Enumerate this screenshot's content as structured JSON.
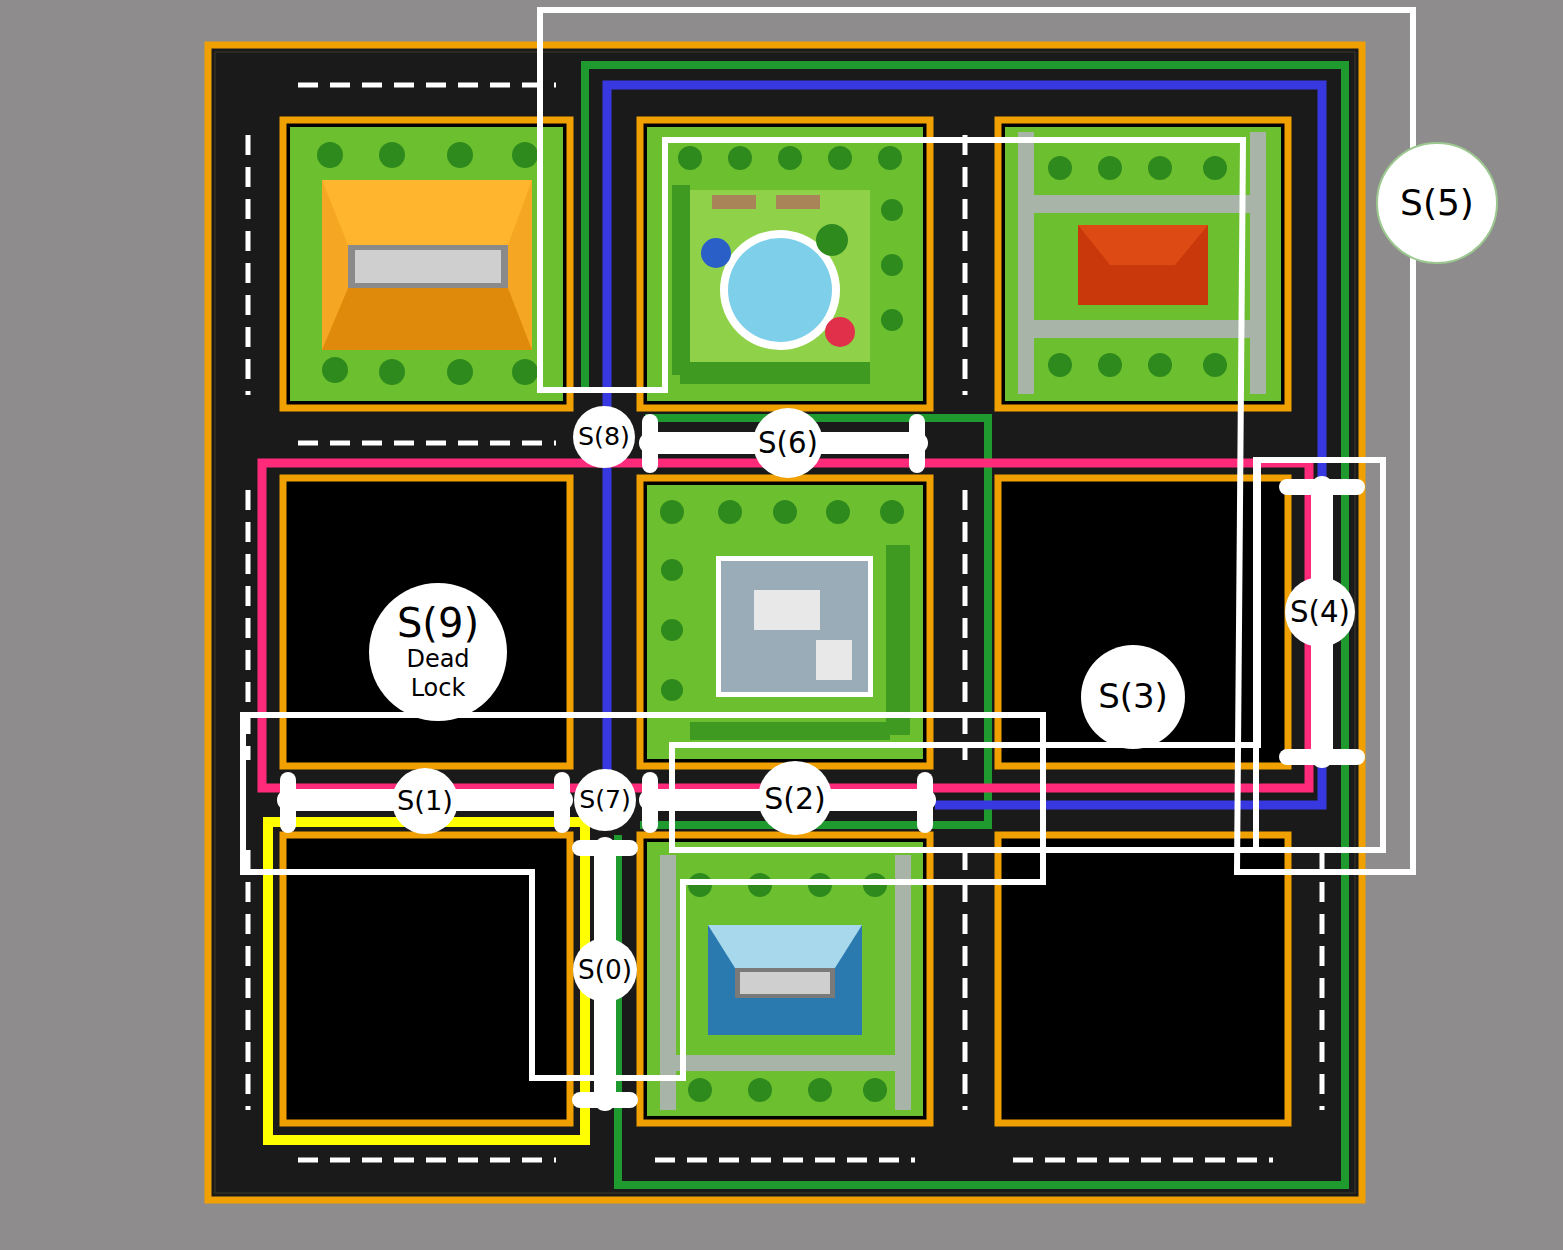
{
  "diagram": {
    "nodes": [
      {
        "text": [
          "S(5)"
        ]
      },
      {
        "text": [
          "S(8)"
        ]
      },
      {
        "text": [
          "S(6)"
        ]
      },
      {
        "text": [
          "S(4)"
        ]
      },
      {
        "text": [
          "S(9)",
          "Dead Lock"
        ]
      },
      {
        "text": [
          "S(3)"
        ]
      },
      {
        "text": [
          "S(1)"
        ]
      },
      {
        "text": [
          "S(7)"
        ]
      },
      {
        "text": [
          "S(2)"
        ]
      },
      {
        "text": [
          "S(0)"
        ]
      }
    ]
  }
}
